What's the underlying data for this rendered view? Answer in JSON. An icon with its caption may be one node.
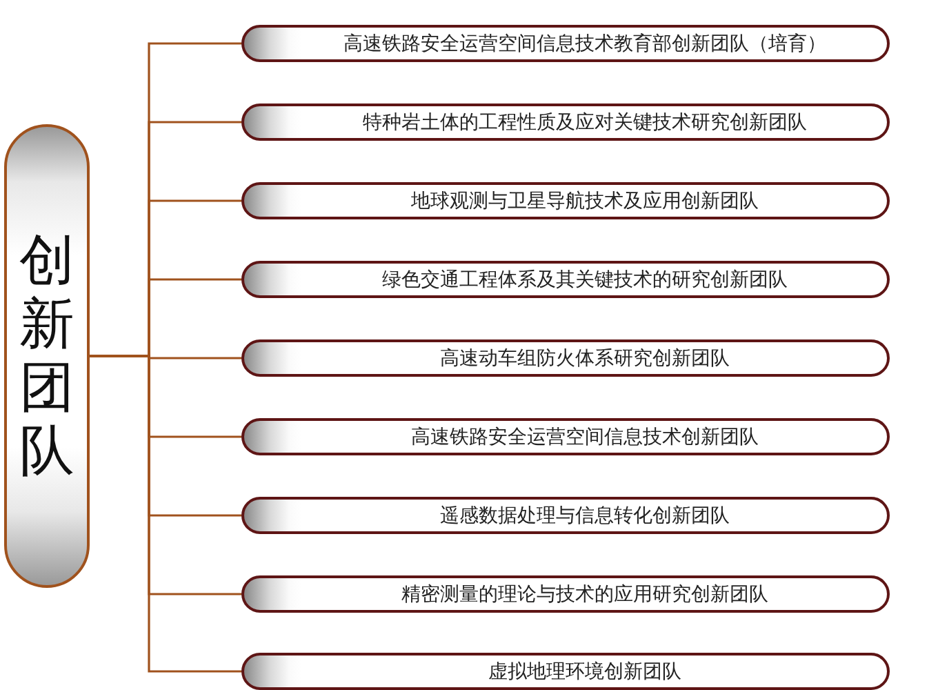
{
  "diagram": {
    "nodes": [
      {
        "text": [
          "创新团队"
        ]
      },
      {
        "text": [
          "高速铁路安全运营空间信息技术教育部创新团队（培育）"
        ]
      },
      {
        "text": [
          "特种岩土体的工程性质及应对关键技术研究创新团队"
        ]
      },
      {
        "text": [
          "地球观测与卫星导航技术及应用创新团队"
        ]
      },
      {
        "text": [
          "绿色交通工程体系及其关键技术的研究创新团队"
        ]
      },
      {
        "text": [
          "高速动车组防火体系研究创新团队"
        ]
      },
      {
        "text": [
          "高速铁路安全运营空间信息技术创新团队"
        ]
      },
      {
        "text": [
          "遥感数据处理与信息转化创新团队"
        ]
      },
      {
        "text": [
          "精密测量的理论与技术的应用研究创新团队"
        ]
      },
      {
        "text": [
          "虚拟地理环境创新团队"
        ]
      }
    ],
    "edges": [
      {
        "from": 0,
        "to": 1,
        "arrow": "none"
      },
      {
        "from": 0,
        "to": 2,
        "arrow": "none"
      },
      {
        "from": 0,
        "to": 3,
        "arrow": "none"
      },
      {
        "from": 0,
        "to": 4,
        "arrow": "none"
      },
      {
        "from": 0,
        "to": 5,
        "arrow": "none"
      },
      {
        "from": 0,
        "to": 6,
        "arrow": "none"
      },
      {
        "from": 0,
        "to": 7,
        "arrow": "none"
      },
      {
        "from": 0,
        "to": 8,
        "arrow": "none"
      },
      {
        "from": 0,
        "to": 9,
        "arrow": "none"
      }
    ]
  }
}
